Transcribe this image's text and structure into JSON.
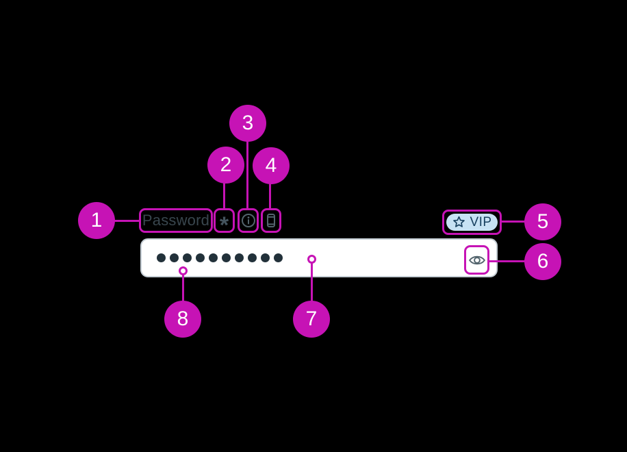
{
  "canvas": {
    "background": "#000000"
  },
  "colors": {
    "annotation": "#C613B5",
    "label_text": "#39464E",
    "icon": "#53646D",
    "field_border": "#C5CED5",
    "field_bg": "#FFFFFF",
    "dot": "#22313A",
    "vip_bg": "#C7E2F4",
    "vip_fg": "#17405F"
  },
  "field": {
    "label": "Password",
    "required_indicator": "*",
    "vip_badge_label": "VIP",
    "masked_dots": 10
  },
  "callouts": [
    {
      "number": "1"
    },
    {
      "number": "2"
    },
    {
      "number": "3"
    },
    {
      "number": "4"
    },
    {
      "number": "5"
    },
    {
      "number": "6"
    },
    {
      "number": "7"
    },
    {
      "number": "8"
    }
  ]
}
